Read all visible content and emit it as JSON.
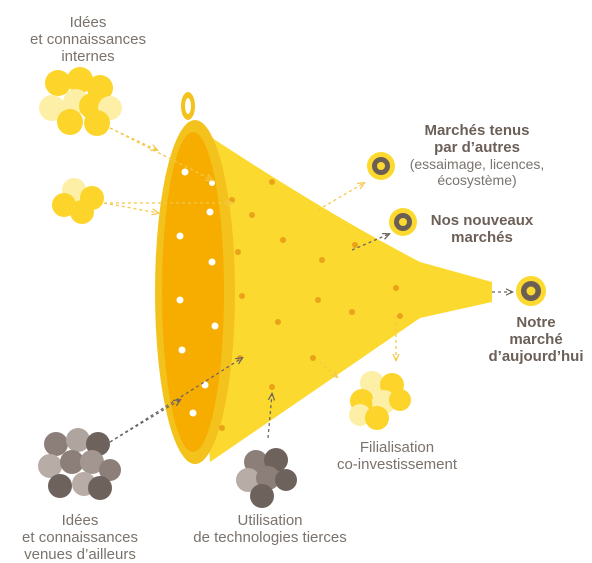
{
  "labels": {
    "internal_ideas": [
      "Idées",
      "et connaissances",
      "internes"
    ],
    "external_ideas": [
      "Idées",
      "et connaissances",
      "venues d’ailleurs"
    ],
    "third_party_tech": [
      "Utilisation",
      "de technologies tierces"
    ],
    "spinoff": [
      "Filialisation",
      "co-investissement"
    ],
    "others_markets_title": [
      "Marchés tenus",
      "par d’autres"
    ],
    "others_markets_sub": [
      "(essaimage, licences,",
      "écosystème)"
    ],
    "new_markets": [
      "Nos nouveaux",
      "marchés"
    ],
    "current_market": [
      "Notre",
      "marché",
      "d’aujourd’hui"
    ]
  },
  "colors": {
    "funnel_yellow": "#fcd92e",
    "funnel_inner": "#f6ad00",
    "rim": "#f4c21c",
    "idea_yellow_light": "#fdefa6",
    "idea_yellow": "#fcd42a",
    "external_gray": "#8c7f79",
    "arrow_yellow": "#f5c84a",
    "arrow_dark": "#6e6660",
    "target_dark": "#6b5e55"
  }
}
